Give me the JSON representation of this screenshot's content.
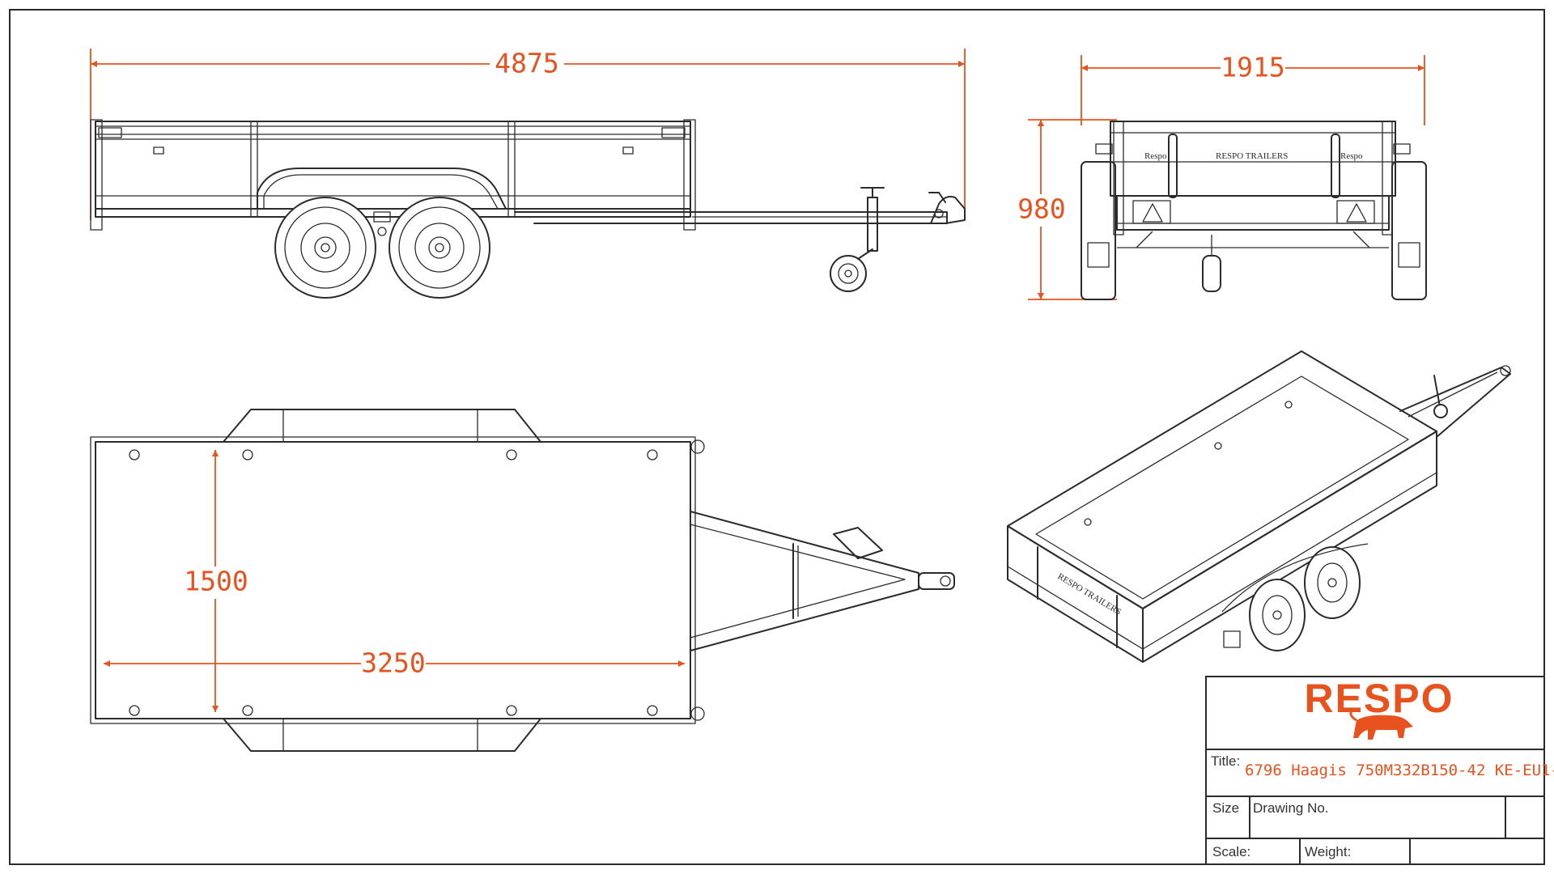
{
  "dimensions": {
    "side_length": "4875",
    "rear_width": "1915",
    "rear_height": "980",
    "top_width": "1500",
    "top_length": "3250"
  },
  "stencils": {
    "side_left": "Respo",
    "center": "RESPO TRAILERS",
    "side_right": "Respo",
    "iso": "RESPO TRAILERS"
  },
  "title_block": {
    "brand": "RESPO",
    "title_label": "Title:",
    "title_value": "6796 Haagis 750M332B150-42 KE-EU1-",
    "size_label": "Size",
    "drawing_no_label": "Drawing No.",
    "scale_label": "Scale:",
    "weight_label": "Weight:"
  },
  "colors": {
    "accent": "#e8521e",
    "line": "#2b2b2b"
  }
}
